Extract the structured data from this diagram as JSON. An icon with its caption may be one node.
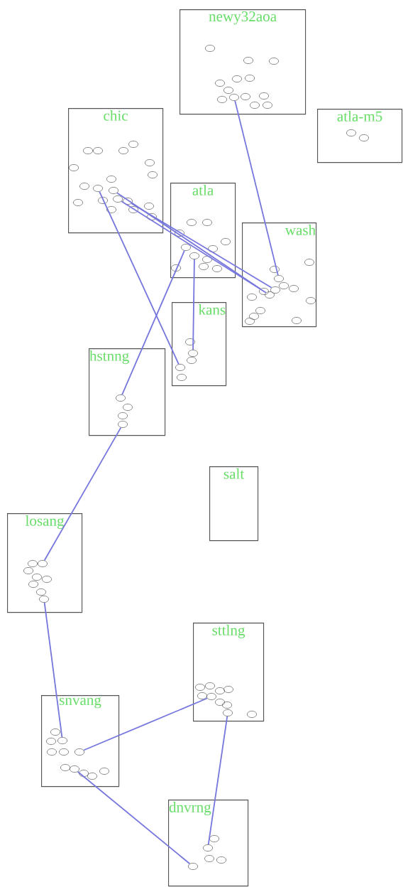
{
  "diagram": {
    "nodes": [
      {
        "text": [
          "newy32aoa"
        ]
      },
      {
        "text": [],
        "shape": "circle",
        "in": 0
      },
      {
        "text": [],
        "shape": "circle",
        "in": 0
      },
      {
        "text": [],
        "shape": "circle",
        "in": 0
      },
      {
        "text": [],
        "shape": "circle",
        "in": 0
      },
      {
        "text": [],
        "shape": "circle",
        "in": 0
      },
      {
        "text": [],
        "shape": "circle",
        "in": 0
      },
      {
        "text": [],
        "shape": "circle",
        "in": 0
      },
      {
        "text": [],
        "shape": "circle",
        "in": 0
      },
      {
        "text": [],
        "shape": "circle",
        "in": 0
      },
      {
        "text": [],
        "shape": "circle",
        "in": 0
      },
      {
        "text": [],
        "shape": "circle",
        "in": 0
      },
      {
        "text": [],
        "shape": "circle",
        "in": 0
      },
      {
        "text": [],
        "shape": "circle",
        "in": 0
      },
      {
        "text": [
          "atla-m5"
        ]
      },
      {
        "text": [],
        "shape": "circle",
        "in": 14
      },
      {
        "text": [],
        "shape": "circle",
        "in": 14
      },
      {
        "text": [
          "chic"
        ]
      },
      {
        "text": [],
        "shape": "circle",
        "in": 17
      },
      {
        "text": [],
        "shape": "circle",
        "in": 17
      },
      {
        "text": [],
        "shape": "circle",
        "in": 17
      },
      {
        "text": [],
        "shape": "circle",
        "in": 17
      },
      {
        "text": [],
        "shape": "circle",
        "in": 17
      },
      {
        "text": [],
        "shape": "circle",
        "in": 17
      },
      {
        "text": [],
        "shape": "circle",
        "in": 17
      },
      {
        "text": [],
        "shape": "circle",
        "in": 17
      },
      {
        "text": [],
        "shape": "circle",
        "in": 17
      },
      {
        "text": [],
        "shape": "circle",
        "in": 17
      },
      {
        "text": [],
        "shape": "circle",
        "in": 17
      },
      {
        "text": [],
        "shape": "circle",
        "in": 17
      },
      {
        "text": [],
        "shape": "circle",
        "in": 17
      },
      {
        "text": [],
        "shape": "circle",
        "in": 17
      },
      {
        "text": [],
        "shape": "circle",
        "in": 17
      },
      {
        "text": [],
        "shape": "circle",
        "in": 17
      },
      {
        "text": [],
        "shape": "circle",
        "in": 17
      },
      {
        "text": [],
        "shape": "circle",
        "in": 17
      },
      {
        "text": [],
        "shape": "circle",
        "in": 17
      },
      {
        "text": [
          "atla"
        ]
      },
      {
        "text": [],
        "shape": "circle",
        "in": 37
      },
      {
        "text": [],
        "shape": "circle",
        "in": 37
      },
      {
        "text": [],
        "shape": "circle",
        "in": 37
      },
      {
        "text": [],
        "shape": "circle",
        "in": 37
      },
      {
        "text": [],
        "shape": "circle",
        "in": 37
      },
      {
        "text": [],
        "shape": "circle",
        "in": 37
      },
      {
        "text": [],
        "shape": "circle",
        "in": 37
      },
      {
        "text": [],
        "shape": "circle",
        "in": 37
      },
      {
        "text": [],
        "shape": "circle",
        "in": 37
      },
      {
        "text": [],
        "shape": "circle",
        "in": 37
      },
      {
        "text": [],
        "shape": "circle",
        "in": 37
      },
      {
        "text": [
          "wash"
        ]
      },
      {
        "text": [],
        "shape": "circle",
        "in": 49
      },
      {
        "text": [],
        "shape": "circle",
        "in": 49
      },
      {
        "text": [],
        "shape": "circle",
        "in": 49
      },
      {
        "text": [],
        "shape": "circle",
        "in": 49
      },
      {
        "text": [],
        "shape": "circle",
        "in": 49
      },
      {
        "text": [],
        "shape": "circle",
        "in": 49
      },
      {
        "text": [],
        "shape": "circle",
        "in": 49
      },
      {
        "text": [],
        "shape": "circle",
        "in": 49
      },
      {
        "text": [],
        "shape": "circle",
        "in": 49
      },
      {
        "text": [],
        "shape": "circle",
        "in": 49
      },
      {
        "text": [],
        "shape": "circle",
        "in": 49
      },
      {
        "text": [],
        "shape": "circle",
        "in": 49
      },
      {
        "text": [],
        "shape": "circle",
        "in": 49
      },
      {
        "text": [],
        "shape": "circle",
        "in": 49
      },
      {
        "text": [
          "kans"
        ]
      },
      {
        "text": [],
        "shape": "circle",
        "in": 64
      },
      {
        "text": [],
        "shape": "circle",
        "in": 64
      },
      {
        "text": [],
        "shape": "circle",
        "in": 64
      },
      {
        "text": [],
        "shape": "circle",
        "in": 64
      },
      {
        "text": [],
        "shape": "circle",
        "in": 64
      },
      {
        "text": [
          "hstnng"
        ]
      },
      {
        "text": [],
        "shape": "circle",
        "in": 70
      },
      {
        "text": [],
        "shape": "circle",
        "in": 70
      },
      {
        "text": [],
        "shape": "circle",
        "in": 70
      },
      {
        "text": [],
        "shape": "circle",
        "in": 70
      },
      {
        "text": [
          "salt"
        ]
      },
      {
        "text": [
          "losang"
        ]
      },
      {
        "text": [],
        "shape": "circle",
        "in": 76
      },
      {
        "text": [],
        "shape": "circle",
        "in": 76
      },
      {
        "text": [],
        "shape": "circle",
        "in": 76
      },
      {
        "text": [],
        "shape": "circle",
        "in": 76
      },
      {
        "text": [],
        "shape": "circle",
        "in": 76
      },
      {
        "text": [],
        "shape": "circle",
        "in": 76
      },
      {
        "text": [],
        "shape": "circle",
        "in": 76
      },
      {
        "text": [],
        "shape": "circle",
        "in": 76
      },
      {
        "text": [
          "sttlng"
        ]
      },
      {
        "text": [],
        "shape": "circle",
        "in": 85
      },
      {
        "text": [],
        "shape": "circle",
        "in": 85
      },
      {
        "text": [],
        "shape": "circle",
        "in": 85
      },
      {
        "text": [],
        "shape": "circle",
        "in": 85
      },
      {
        "text": [],
        "shape": "circle",
        "in": 85
      },
      {
        "text": [],
        "shape": "circle",
        "in": 85
      },
      {
        "text": [],
        "shape": "circle",
        "in": 85
      },
      {
        "text": [],
        "shape": "circle",
        "in": 85
      },
      {
        "text": [],
        "shape": "circle",
        "in": 85
      },
      {
        "text": [],
        "shape": "circle",
        "in": 85
      },
      {
        "text": [
          "snvang"
        ]
      },
      {
        "text": [],
        "shape": "circle",
        "in": 96
      },
      {
        "text": [],
        "shape": "circle",
        "in": 96
      },
      {
        "text": [],
        "shape": "circle",
        "in": 96
      },
      {
        "text": [],
        "shape": "circle",
        "in": 96
      },
      {
        "text": [],
        "shape": "circle",
        "in": 96
      },
      {
        "text": [],
        "shape": "circle",
        "in": 96
      },
      {
        "text": [],
        "shape": "circle",
        "in": 96
      },
      {
        "text": [],
        "shape": "circle",
        "in": 96
      },
      {
        "text": [],
        "shape": "circle",
        "in": 96
      },
      {
        "text": [],
        "shape": "circle",
        "in": 96
      },
      {
        "text": [],
        "shape": "circle",
        "in": 96
      },
      {
        "text": [
          "dnvrng"
        ]
      },
      {
        "text": [],
        "shape": "circle",
        "in": 108
      },
      {
        "text": [],
        "shape": "circle",
        "in": 108
      },
      {
        "text": [],
        "shape": "circle",
        "in": 108
      },
      {
        "text": [],
        "shape": "circle",
        "in": 108
      },
      {
        "text": [],
        "shape": "circle",
        "in": 108
      }
    ],
    "edges": [
      {
        "from": 8,
        "to": 52,
        "arrow": "none"
      },
      {
        "from": 27,
        "to": 68,
        "arrow": "none"
      },
      {
        "from": 29,
        "to": 55,
        "arrow": "none"
      },
      {
        "from": 30,
        "to": 56,
        "arrow": "none"
      },
      {
        "from": 31,
        "to": 57,
        "arrow": "none"
      },
      {
        "from": 43,
        "to": 71,
        "arrow": "none"
      },
      {
        "from": 44,
        "to": 66,
        "arrow": "none"
      },
      {
        "from": 74,
        "to": 78,
        "arrow": "none"
      },
      {
        "from": 84,
        "to": 99,
        "arrow": "none"
      },
      {
        "from": 102,
        "to": 91,
        "arrow": "none"
      },
      {
        "from": 104,
        "to": 113,
        "arrow": "none"
      },
      {
        "from": 94,
        "to": 110,
        "arrow": "none"
      }
    ]
  }
}
